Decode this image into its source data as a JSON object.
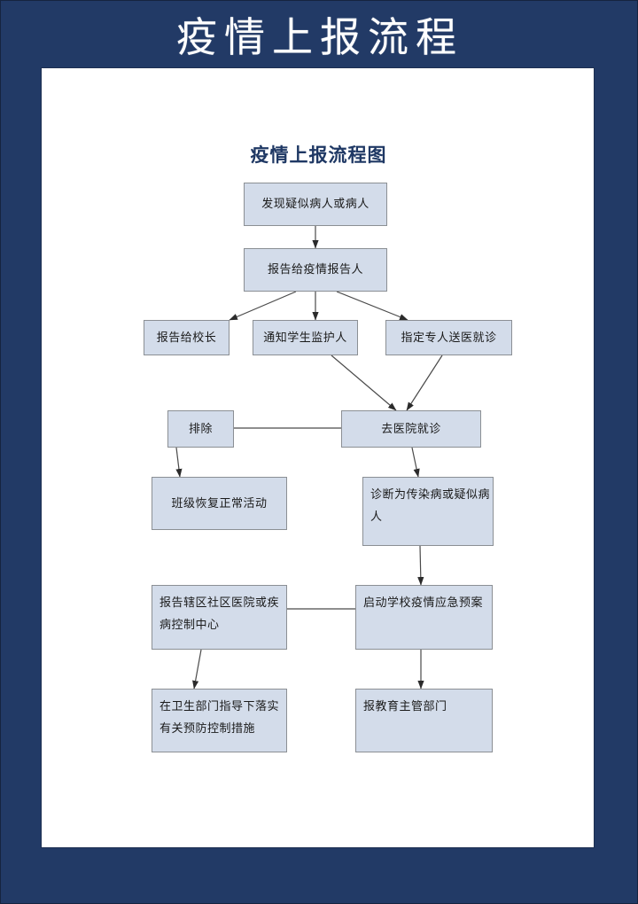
{
  "poster": {
    "banner_title": "疫情上报流程",
    "background_color": "#223a66",
    "page_background": "#ffffff"
  },
  "chart": {
    "title": "疫情上报流程图",
    "title_color": "#1f3864",
    "node_fill": "#d3dcea",
    "node_border": "#8b8f94",
    "connector_color": "#3f3f3f",
    "type": "flowchart"
  },
  "nodes": {
    "n1": {
      "label": "发现疑似病人或病人"
    },
    "n2": {
      "label": "报告给疫情报告人"
    },
    "n3": {
      "label": "报告给校长"
    },
    "n4": {
      "label": "通知学生监护人"
    },
    "n5": {
      "label": "指定专人送医就诊"
    },
    "n6": {
      "label": "排除"
    },
    "n7": {
      "label": "去医院就诊"
    },
    "n8": {
      "label": "班级恢复正常活动"
    },
    "n9": {
      "label": "诊断为传染病或疑似病人"
    },
    "n10": {
      "label": "报告辖区社区医院或疾病控制中心"
    },
    "n11": {
      "label": "启动学校疫情应急预案"
    },
    "n12": {
      "label": "在卫生部门指导下落实有关预防控制措施"
    },
    "n13": {
      "label": "报教育主管部门"
    }
  },
  "edges": [
    {
      "from": "发现疑似病人或病人",
      "to": "报告给疫情报告人"
    },
    {
      "from": "报告给疫情报告人",
      "to": "报告给校长"
    },
    {
      "from": "报告给疫情报告人",
      "to": "通知学生监护人"
    },
    {
      "from": "报告给疫情报告人",
      "to": "指定专人送医就诊"
    },
    {
      "from": "通知学生监护人",
      "to": "去医院就诊"
    },
    {
      "from": "指定专人送医就诊",
      "to": "去医院就诊"
    },
    {
      "from": "去医院就诊",
      "to": "排除"
    },
    {
      "from": "排除",
      "to": "班级恢复正常活动"
    },
    {
      "from": "去医院就诊",
      "to": "诊断为传染病或疑似病人"
    },
    {
      "from": "诊断为传染病或疑似病人",
      "to": "启动学校疫情应急预案"
    },
    {
      "from": "启动学校疫情应急预案",
      "to": "报告辖区社区医院或疾病控制中心"
    },
    {
      "from": "启动学校疫情应急预案",
      "to": "报教育主管部门"
    },
    {
      "from": "报告辖区社区医院或疾病控制中心",
      "to": "在卫生部门指导下落实有关预防控制措施"
    }
  ]
}
